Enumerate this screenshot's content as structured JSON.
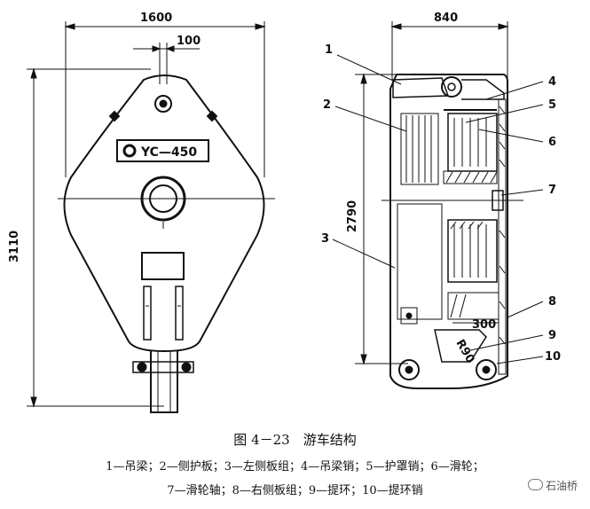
{
  "front_view": {
    "dim_width": "1600",
    "dim_gap": "100",
    "dim_height": "3110",
    "nameplate": "YC—450"
  },
  "side_view": {
    "dim_width": "840",
    "dim_height": "2790",
    "dim_300": "300",
    "dim_r90": "R90",
    "callouts": [
      "1",
      "2",
      "3",
      "4",
      "5",
      "6",
      "7",
      "8",
      "9",
      "10"
    ]
  },
  "caption": {
    "figure": "图 4－23　游车结构",
    "legend_line_1": "1—吊梁；2—侧护板；3—左侧板组；4—吊梁销；5—护罩销；6—滑轮；",
    "legend_line_2": "7—滑轮轴；8—右侧板组；9—提环；10—提环销"
  },
  "watermark": "石油桥"
}
